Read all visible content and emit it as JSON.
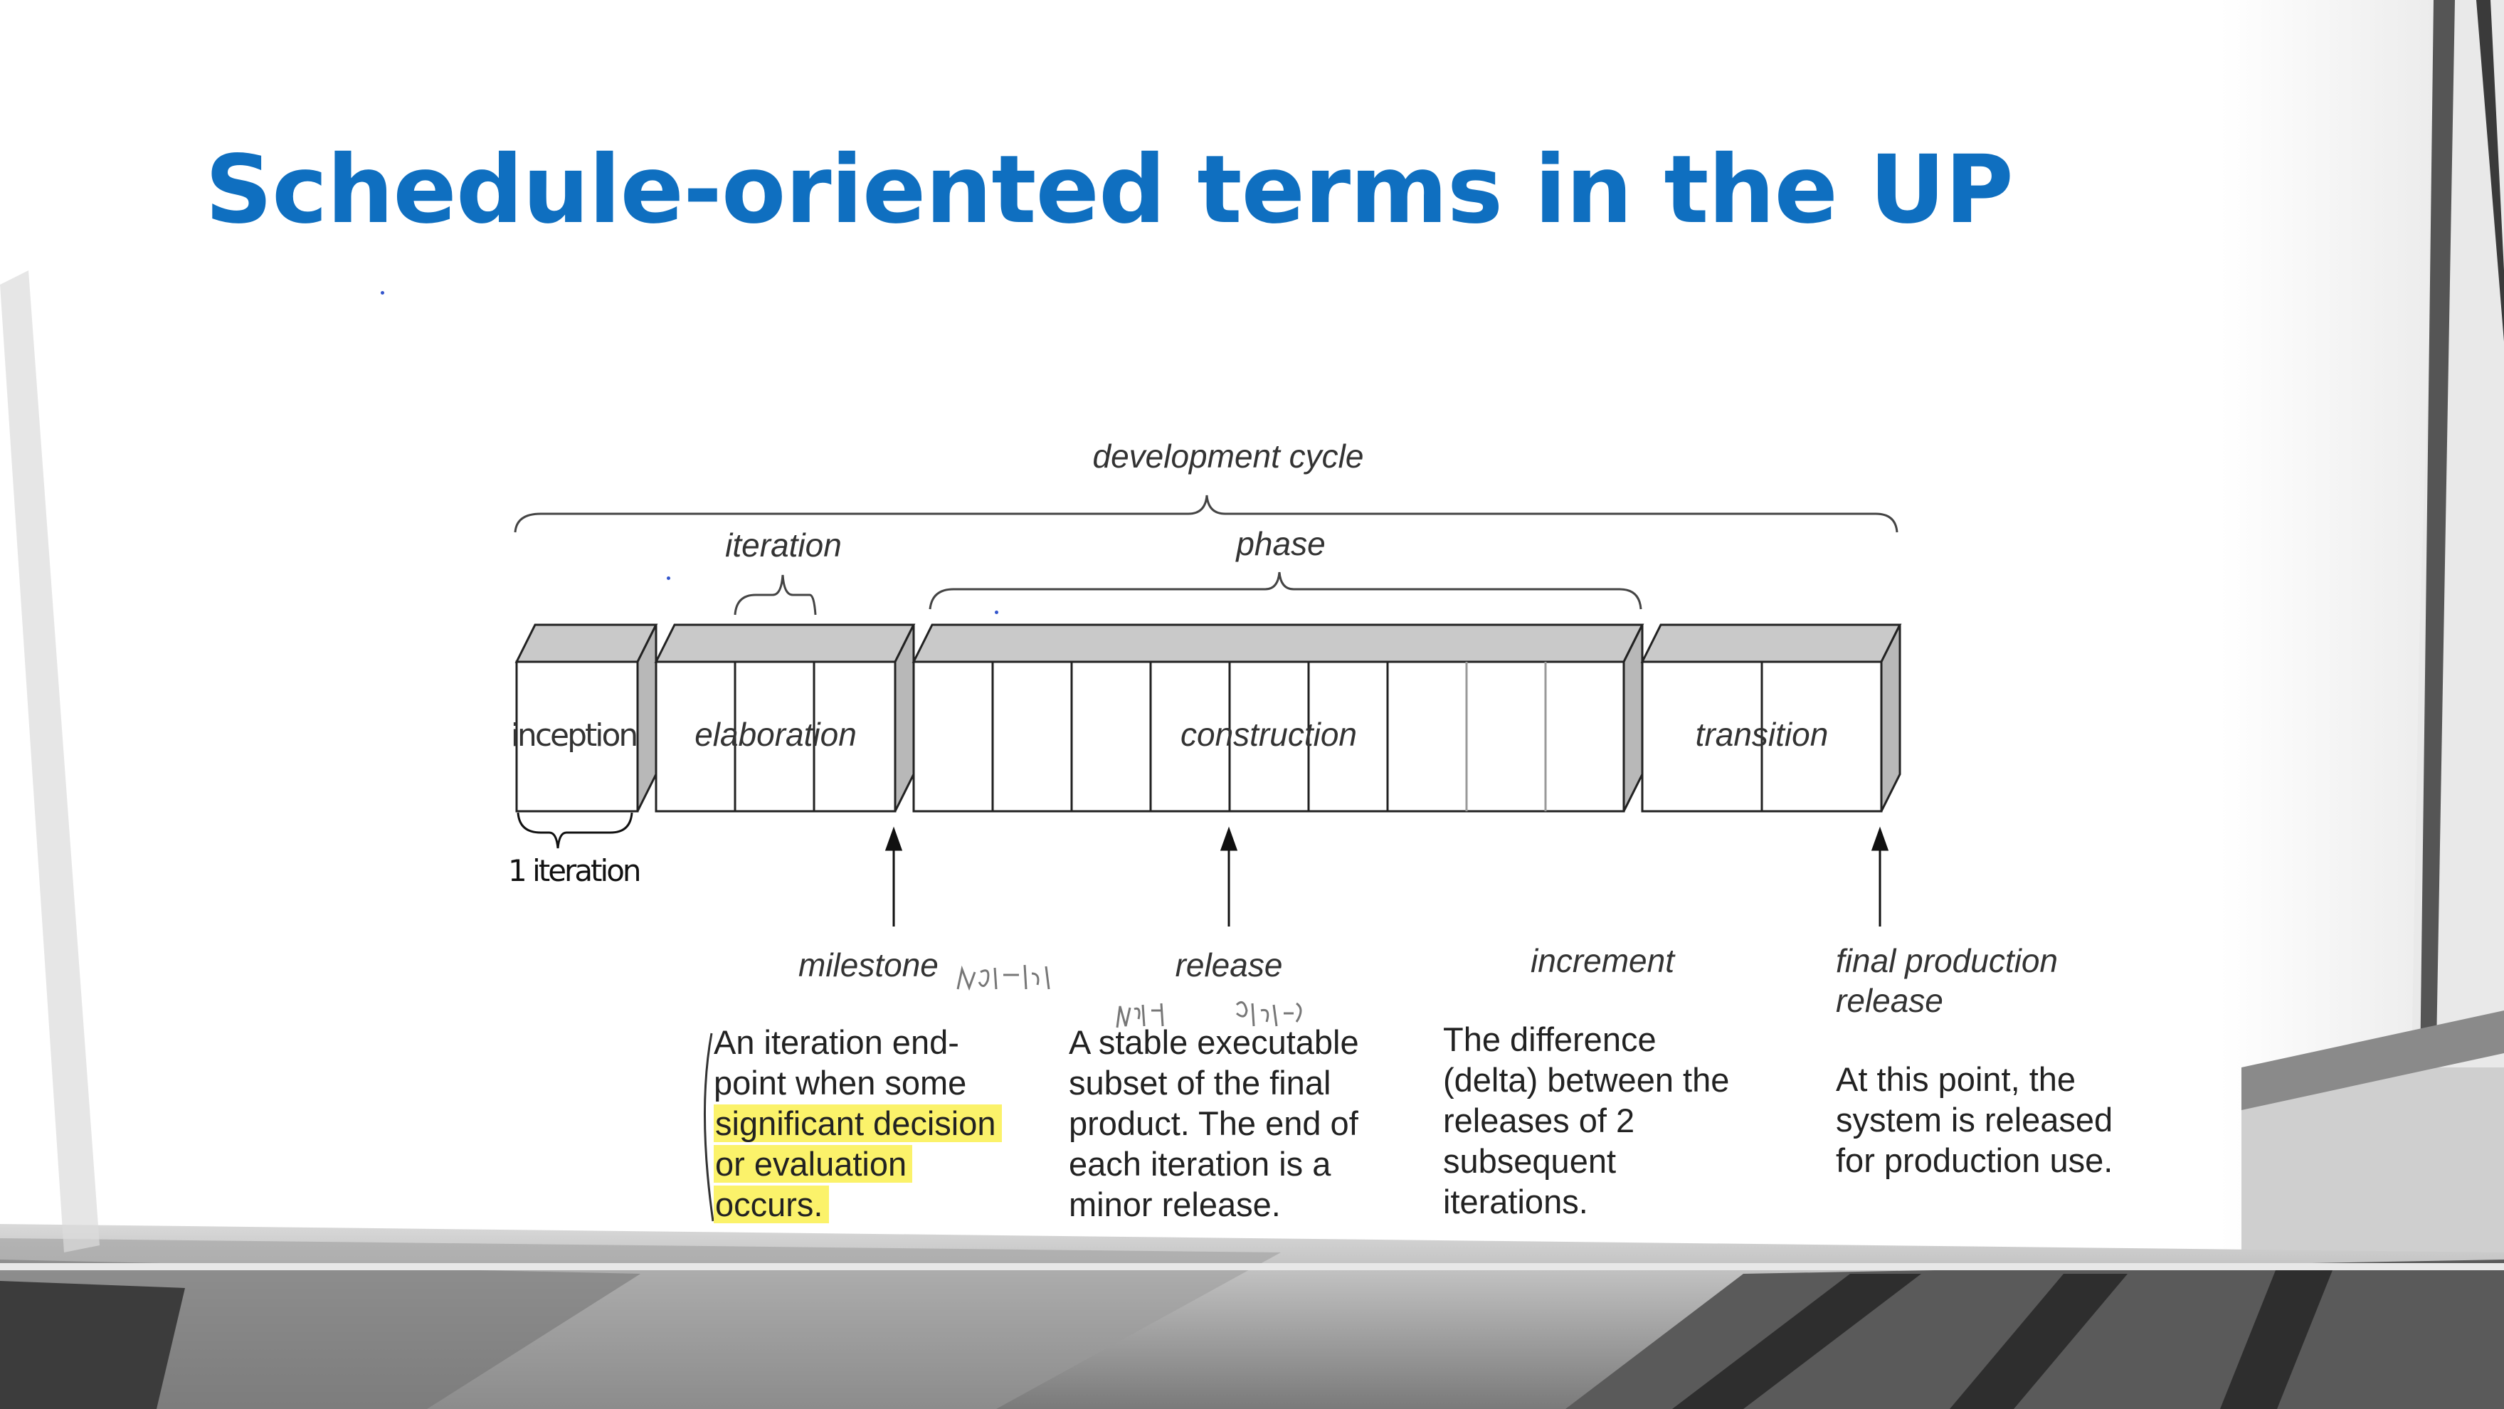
{
  "slide": {
    "title": "Schedule-oriented terms in the UP"
  },
  "diagram": {
    "labels": {
      "development_cycle": "development cycle",
      "iteration": "iteration",
      "phase": "phase"
    },
    "phases": [
      "inception",
      "elaboration",
      "construction",
      "transition"
    ],
    "handwritten": {
      "iteration_count": "1 iteration"
    },
    "terms": [
      {
        "term": "milestone",
        "lines": [
          "An iteration end-",
          "point when some",
          "significant decision",
          "or evaluation",
          "occurs."
        ]
      },
      {
        "term": "release",
        "lines": [
          "A stable executable",
          "subset of the final",
          "product. The end of",
          "each iteration is a",
          "minor release."
        ]
      },
      {
        "term": "increment",
        "lines": [
          "The difference",
          "(delta) between the",
          "releases of 2",
          "subsequent",
          "iterations."
        ]
      },
      {
        "term": "final production",
        "term_line2": "release",
        "lines": [
          "At this point, the",
          "system is released",
          "for production use."
        ]
      }
    ],
    "colors": {
      "title": "#0f6fc0",
      "box_top": "#c9c9c9",
      "box_side": "#b8b8b8",
      "highlight": "#fbf26a"
    }
  }
}
